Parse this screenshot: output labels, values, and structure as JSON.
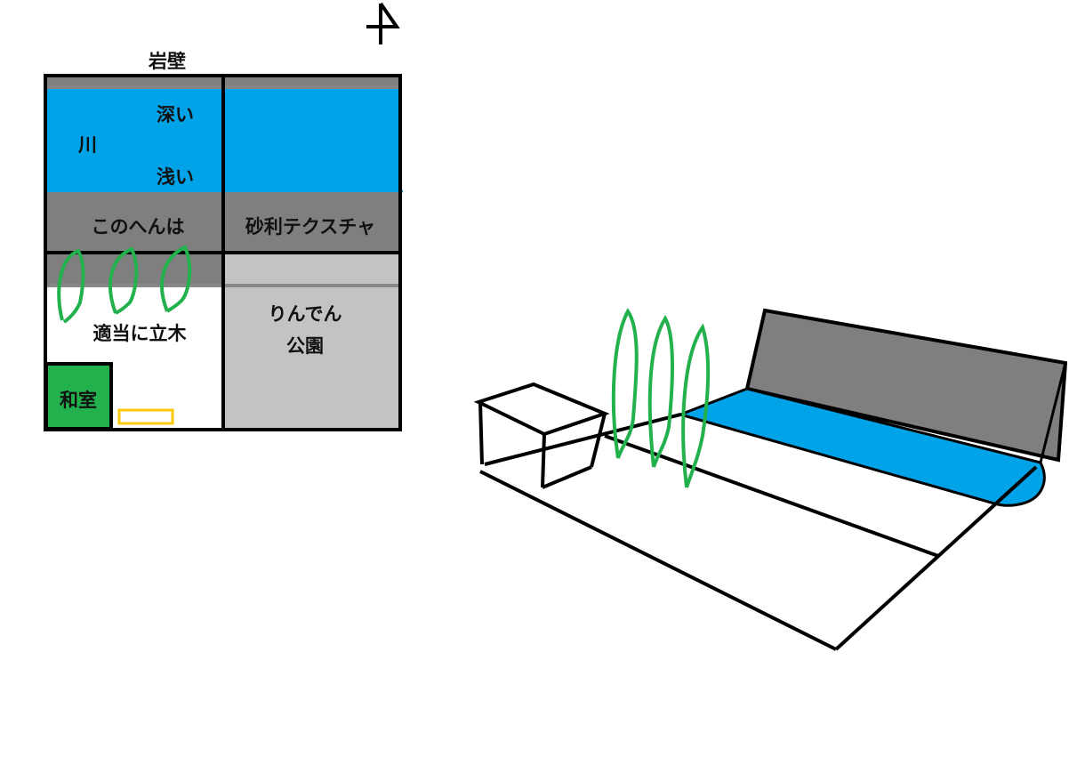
{
  "map": {
    "north_mark": "north-arrow",
    "labels": {
      "cliff": "岩壁",
      "deep": "深い",
      "river": "川",
      "shallow": "浅い",
      "around_here": "このへんは",
      "gravel_texture": "砂利テクスチャ",
      "trees": "適当に立木",
      "park_line1": "りんでん",
      "park_line2": "公園",
      "japanese_room": "和室"
    }
  },
  "colors": {
    "river": "#00a2e8",
    "gravel": "#7f7f7f",
    "park": "#c3c3c3",
    "room": "#22b14c",
    "trees": "#22b14c",
    "marker": "#ffc90e"
  }
}
